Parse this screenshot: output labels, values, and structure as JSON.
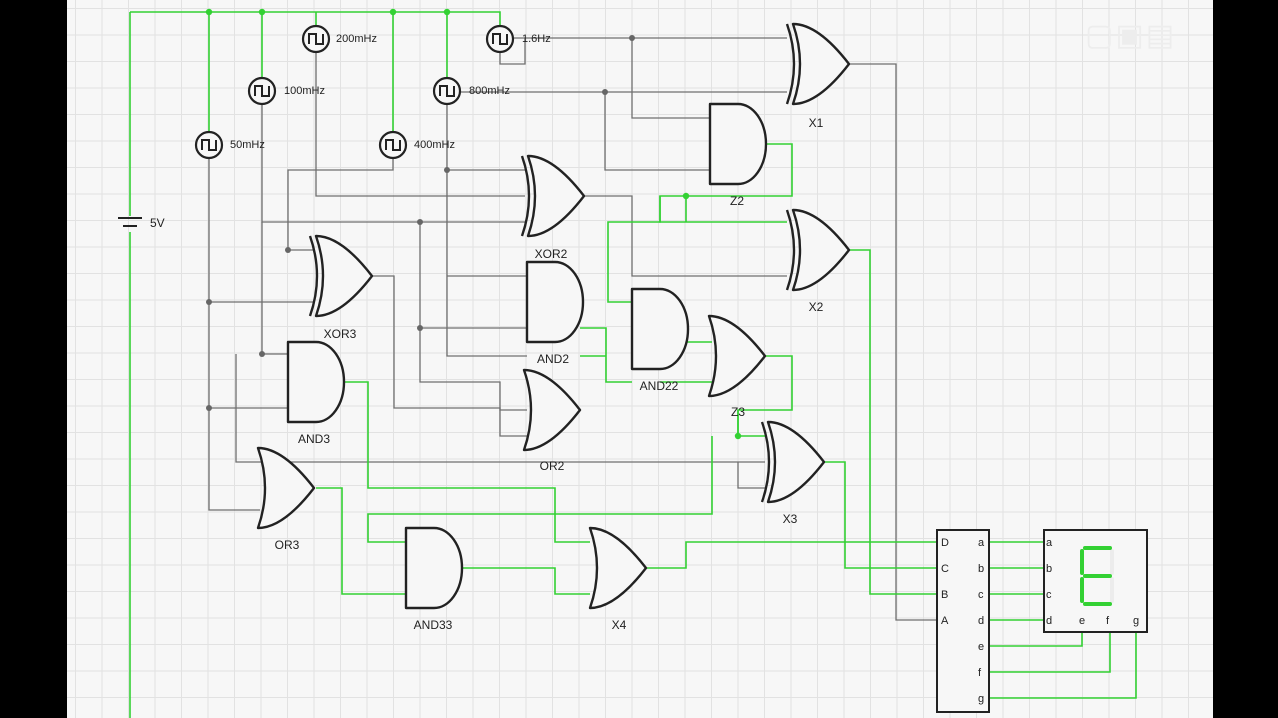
{
  "battery": {
    "label": "5V"
  },
  "clocks": [
    {
      "id": "clk-200mhz",
      "label": "200mHz"
    },
    {
      "id": "clk-1-6hz",
      "label": "1.6Hz"
    },
    {
      "id": "clk-100mhz",
      "label": "100mHz"
    },
    {
      "id": "clk-800mhz",
      "label": "800mHz"
    },
    {
      "id": "clk-50mhz",
      "label": "50mHz"
    },
    {
      "id": "clk-400mhz",
      "label": "400mHz"
    }
  ],
  "gates": [
    {
      "id": "X1",
      "type": "xor",
      "label": "X1"
    },
    {
      "id": "Z2",
      "type": "and",
      "label": "Z2"
    },
    {
      "id": "XOR2",
      "type": "xor",
      "label": "XOR2"
    },
    {
      "id": "X2",
      "type": "xor",
      "label": "X2"
    },
    {
      "id": "XOR3",
      "type": "xor",
      "label": "XOR3"
    },
    {
      "id": "AND2",
      "type": "and",
      "label": "AND2"
    },
    {
      "id": "AND22",
      "type": "and",
      "label": "AND22"
    },
    {
      "id": "Z3",
      "type": "or",
      "label": "Z3"
    },
    {
      "id": "AND3",
      "type": "and",
      "label": "AND3"
    },
    {
      "id": "OR2",
      "type": "or",
      "label": "OR2"
    },
    {
      "id": "X3",
      "type": "xor",
      "label": "X3"
    },
    {
      "id": "OR3",
      "type": "or",
      "label": "OR3"
    },
    {
      "id": "AND33",
      "type": "and",
      "label": "AND33"
    },
    {
      "id": "X4",
      "type": "or",
      "label": "X4"
    }
  ],
  "decoder": {
    "inputs": [
      "D",
      "C",
      "B",
      "A"
    ],
    "outputs": [
      "a",
      "b",
      "c",
      "d",
      "e",
      "f",
      "g"
    ]
  },
  "display": {
    "left_pins": [
      "a",
      "b",
      "c",
      "d"
    ],
    "bottom_pins": [
      "e",
      "f",
      "g"
    ],
    "digit": "E",
    "segment_color": "#33d133"
  },
  "colors": {
    "active_wire": "#33d133",
    "inactive_wire": "#6f6f6f"
  }
}
